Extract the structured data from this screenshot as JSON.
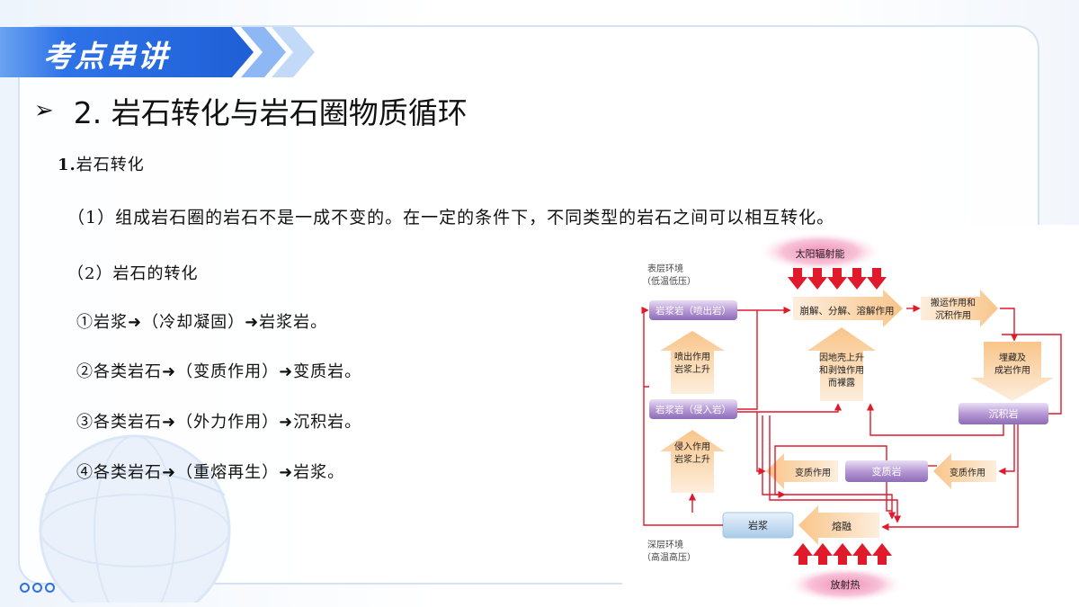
{
  "banner": {
    "title": "考点串讲"
  },
  "heading": {
    "bullet": "➢",
    "text": "2. 岩石转化与岩石圈物质循环"
  },
  "section": {
    "number": "1.",
    "title": "岩石转化"
  },
  "paragraphs": {
    "p1": "（1）组成岩石圈的岩石不是一成不变的。在一定的条件下，不同类型的岩石之间可以相互转化。",
    "p2": "（2）岩石的转化"
  },
  "items": [
    "①岩浆➜（冷却凝固）➜岩浆岩。",
    "②各类岩石➜（变质作用）➜变质岩。",
    "③各类岩石➜（外力作用）➜沉积岩。",
    "④各类岩石➜（重熔再生）➜岩浆。"
  ],
  "diagram": {
    "sun": "太阳辐射能",
    "heat": "放射热",
    "surface_env": [
      "表层环境",
      "（低温低压）"
    ],
    "deep_env": [
      "深层环境",
      "（高温高压）"
    ],
    "extrusive": "岩浆岩（喷出岩）",
    "intrusive": "岩浆岩（侵入岩）",
    "weathering": "崩解、分解、溶解作用",
    "transport": [
      "搬运作用和",
      "沉积作用"
    ],
    "burial": [
      "埋藏及",
      "成岩作用"
    ],
    "uplift": [
      "因地壳上升",
      "和剥蚀作用",
      "而裸露"
    ],
    "eruption": [
      "喷出作用",
      "岩浆上升"
    ],
    "intrusion": [
      "侵入作用",
      "岩浆上升"
    ],
    "sedimentary": "沉积岩",
    "metamorphic": "变质岩",
    "meta_left": "变质作用",
    "meta_right": "变质作用",
    "magma": "岩浆",
    "melting": "熔融"
  },
  "colors": {
    "banner_blue": "#2f73e8",
    "flow_red": "#e0192b",
    "rock_purple": "#9b7bc0",
    "magma_blue": "#b9d5ee",
    "process_orange": "#f7d3a4"
  }
}
